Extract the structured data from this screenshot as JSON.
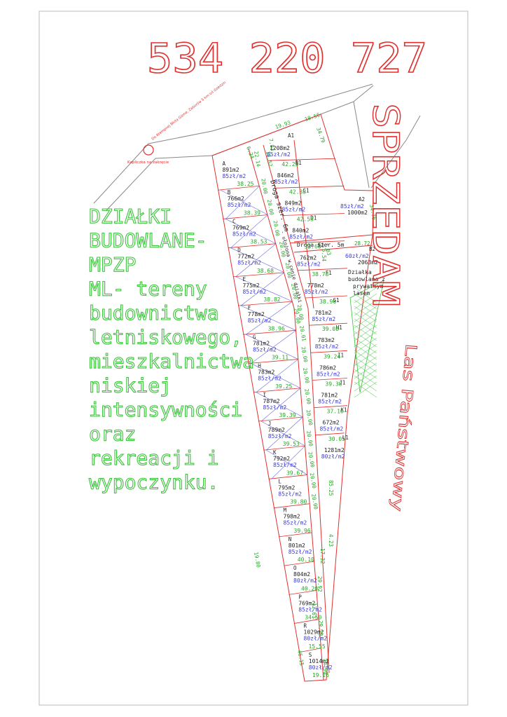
{
  "phone": "534  220  727",
  "sale": "SPRZEDAM",
  "forest": "Las Państwowy",
  "road_label": "Droga szer. 6m",
  "road_side_label": "- ułożona w cenie działki",
  "road5_label": "Droga szer. 5m",
  "chapel": "Kapliczka na zakręcie",
  "road_dir": "Do Krempnej Błota Górne, Zaborów 5 km od dziedzin",
  "woodland_note": [
    "Działka",
    "budowlana z",
    "prywatnym",
    "lasem"
  ],
  "description": [
    "DZIAŁKI",
    "BUDOWLANE-",
    "MPZP",
    "ML- tereny",
    "budownictwa",
    "letniskowego,",
    "mieszkalnictwa",
    "niskiej",
    "intensywności",
    "oraz",
    "rekreacji i",
    "wypoczynku."
  ],
  "colors": {
    "red": "#e0302e",
    "green": "#39c439",
    "blue": "#3b3bd6",
    "black": "#222222"
  },
  "left_plots": [
    {
      "id": "A",
      "area": "891m2",
      "price": "85zł/m2"
    },
    {
      "id": "B",
      "area": "766m2",
      "price": "85zł/m2"
    },
    {
      "id": "C",
      "area": "769m2",
      "price": "85zł/m2"
    },
    {
      "id": "D",
      "area": "772m2",
      "price": "85zł/m2"
    },
    {
      "id": "E",
      "area": "775m2",
      "price": "85zł/m2"
    },
    {
      "id": "F",
      "area": "778m2",
      "price": "85zł/m2"
    },
    {
      "id": "G",
      "area": "781m2",
      "price": "85zł/m2"
    },
    {
      "id": "H",
      "area": "783m2",
      "price": "85zł/m2"
    },
    {
      "id": "I",
      "area": "787m2",
      "price": "85zł/m2"
    },
    {
      "id": "J",
      "area": "789m2",
      "price": "85zł/m2"
    },
    {
      "id": "K",
      "area": "792m2",
      "price": "85zł/m2"
    },
    {
      "id": "L",
      "area": "795m2",
      "price": "85zł/m2"
    },
    {
      "id": "M",
      "area": "798m2",
      "price": "85zł/m2"
    },
    {
      "id": "N",
      "area": "801m2",
      "price": "85zł/m2"
    },
    {
      "id": "O",
      "area": "804m2",
      "price": "80zł/m2"
    },
    {
      "id": "P",
      "area": "769m2",
      "price": "85zł/m2"
    },
    {
      "id": "R",
      "area": "1029m2",
      "price": "80zł/m2"
    },
    {
      "id": "S",
      "area": "1014m2",
      "price": "80zł/m2"
    }
  ],
  "right_plots": [
    {
      "id": "A1",
      "area": "1208m2",
      "price": "85zł/m2"
    },
    {
      "id": "B1",
      "area": "846m2",
      "price": "85zł/m2"
    },
    {
      "id": "C1",
      "area": "849m2",
      "price": "85zł/m2"
    },
    {
      "id": "D1",
      "area": "840m2",
      "price": "85zł/m2"
    },
    {
      "id": "E1",
      "area": "762m2",
      "price": "85zł/m2"
    },
    {
      "id": "F1",
      "area": "778m2",
      "price": "85zł/m2"
    },
    {
      "id": "G1",
      "area": "781m2",
      "price": "85zł/m2"
    },
    {
      "id": "H1",
      "area": "783m2",
      "price": "85zł/m2"
    },
    {
      "id": "I1",
      "area": "786m2",
      "price": "85zł/m2"
    },
    {
      "id": "J1",
      "area": "781m2",
      "price": "85zł/m2"
    },
    {
      "id": "K1",
      "area": "672m2",
      "price": "85zł/m2"
    },
    {
      "id": "L1",
      "area": "1281m2",
      "price": "80zł/m2"
    }
  ],
  "extra_plots": [
    {
      "id": "A2",
      "area": "1000m2",
      "price": "85zł/m2"
    },
    {
      "id": "B2",
      "area": "2063m2",
      "price": "60zł/m2"
    }
  ],
  "left_widths": [
    "38.25",
    "38.39",
    "38.53",
    "38.68",
    "38.82",
    "38.96",
    "39.11",
    "39.25",
    "39.39",
    "39.53",
    "39.67",
    "39.80",
    "39.96",
    "40.10",
    "40.20",
    "34.50",
    "15.55",
    "19.16"
  ],
  "right_widths": [
    "42.23",
    "42.38",
    "42.53",
    "33.68",
    "38.78",
    "38.96",
    "39.08",
    "39.24",
    "39.38",
    "37.10",
    "30.05"
  ],
  "road_dims": [
    "20.00",
    "20.00",
    "20.00",
    "20.00",
    "20.00",
    "20.00",
    "20.00",
    "20.01",
    "20.00",
    "20.00",
    "20.00",
    "20.00",
    "20.00",
    "20.00",
    "20.00",
    "20.00"
  ],
  "misc_dims": [
    "19.93",
    "18.56",
    "34.79",
    "7.83",
    "6.24",
    "22.14",
    "18.52",
    "5.54",
    "7.03",
    "28.72",
    "34.76",
    "85.25",
    "4.23",
    "17.32",
    "19.80",
    "29.92",
    "12.61",
    "29.33",
    "46.15",
    "14.90",
    "20.00"
  ]
}
